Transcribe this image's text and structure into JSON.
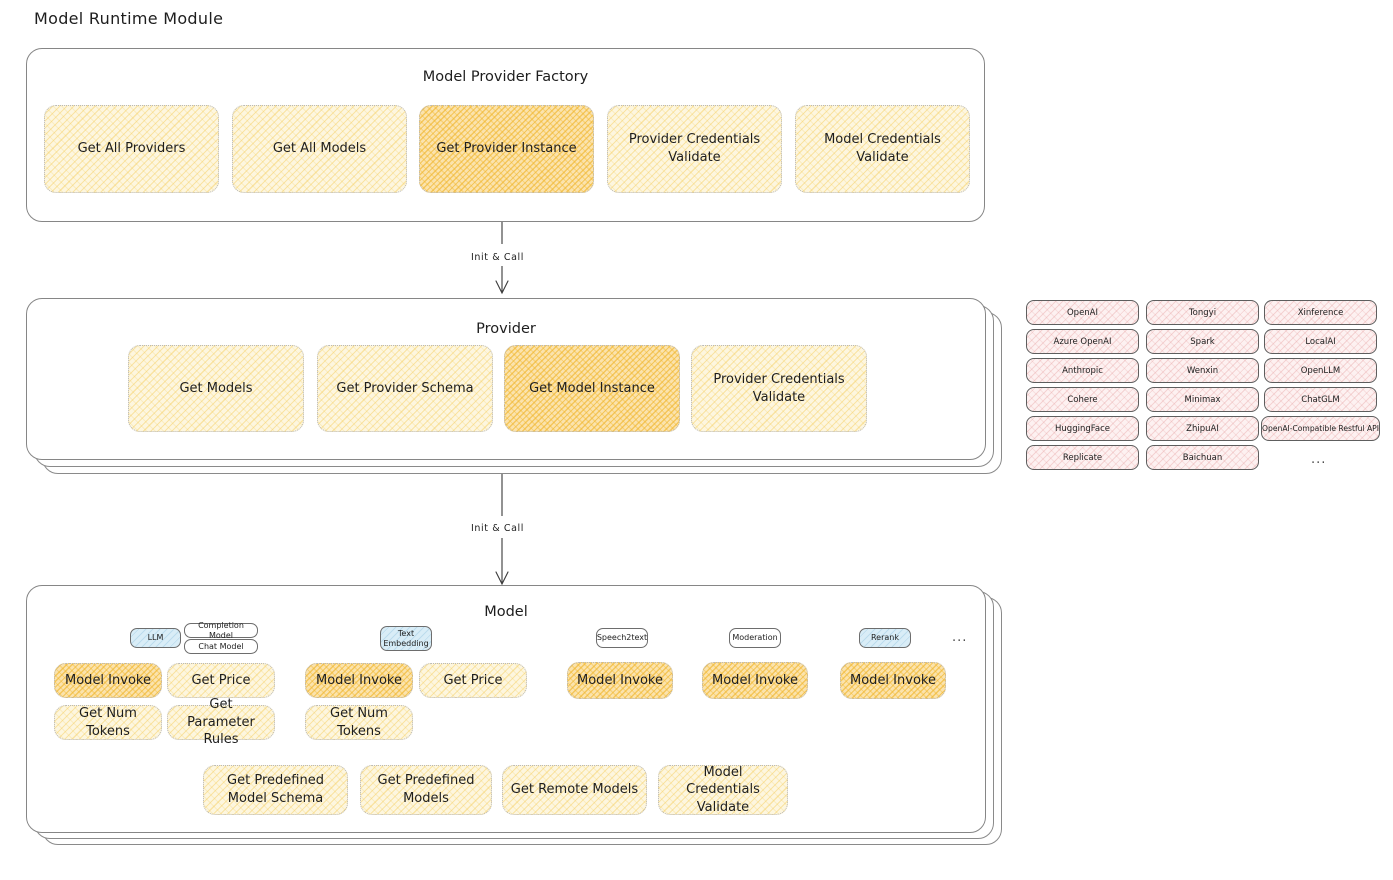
{
  "title": "Model Runtime Module",
  "factory": {
    "title": "Model Provider Factory",
    "nodes": [
      {
        "label": "Get All Providers",
        "emphasis": "light"
      },
      {
        "label": "Get All Models",
        "emphasis": "light"
      },
      {
        "label": "Get Provider Instance",
        "emphasis": "strong"
      },
      {
        "label": "Provider Credentials Validate",
        "emphasis": "light"
      },
      {
        "label": "Model Credentials Validate",
        "emphasis": "light"
      }
    ]
  },
  "arrow1": {
    "label": "Init & Call"
  },
  "provider": {
    "title": "Provider",
    "nodes": [
      {
        "label": "Get Models",
        "emphasis": "light"
      },
      {
        "label": "Get Provider Schema",
        "emphasis": "light"
      },
      {
        "label": "Get Model Instance",
        "emphasis": "strong"
      },
      {
        "label": "Provider Credentials Validate",
        "emphasis": "light"
      }
    ]
  },
  "arrow2": {
    "label": "Init & Call"
  },
  "provider_list": {
    "columns": [
      [
        "OpenAI",
        "Azure OpenAI",
        "Anthropic",
        "Cohere",
        "HuggingFace",
        "Replicate"
      ],
      [
        "Tongyi",
        "Spark",
        "Wenxin",
        "Minimax",
        "ZhipuAI",
        "Baichuan"
      ],
      [
        "Xinference",
        "LocalAI",
        "OpenLLM",
        "ChatGLM",
        "OpenAI-Compatible Restful API"
      ]
    ],
    "more": "..."
  },
  "model": {
    "title": "Model",
    "more": "...",
    "types": [
      {
        "badge": "LLM",
        "badge_style": "blue",
        "sub_badges": [
          "Completion Model",
          "Chat Model"
        ],
        "methods_row1": [
          {
            "label": "Model Invoke",
            "emphasis": "strong"
          },
          {
            "label": "Get Price",
            "emphasis": "light"
          }
        ],
        "methods_row2": [
          {
            "label": "Get Num Tokens",
            "emphasis": "light"
          },
          {
            "label": "Get Parameter Rules",
            "emphasis": "light"
          }
        ]
      },
      {
        "badge": "Text Embedding",
        "badge_style": "blue",
        "sub_badges": [],
        "methods_row1": [
          {
            "label": "Model Invoke",
            "emphasis": "strong"
          },
          {
            "label": "Get Price",
            "emphasis": "light"
          }
        ],
        "methods_row2": [
          {
            "label": "Get Num Tokens",
            "emphasis": "light"
          }
        ]
      },
      {
        "badge": "Speech2text",
        "badge_style": "white",
        "sub_badges": [],
        "methods_row1": [
          {
            "label": "Model Invoke",
            "emphasis": "strong"
          }
        ],
        "methods_row2": []
      },
      {
        "badge": "Moderation",
        "badge_style": "white",
        "sub_badges": [],
        "methods_row1": [
          {
            "label": "Model Invoke",
            "emphasis": "strong"
          }
        ],
        "methods_row2": []
      },
      {
        "badge": "Rerank",
        "badge_style": "blue",
        "sub_badges": [],
        "methods_row1": [
          {
            "label": "Model Invoke",
            "emphasis": "strong"
          }
        ],
        "methods_row2": []
      }
    ],
    "common_methods": [
      {
        "label": "Get Predefined Model Schema",
        "emphasis": "light"
      },
      {
        "label": "Get Predefined Models",
        "emphasis": "light"
      },
      {
        "label": "Get Remote Models",
        "emphasis": "light"
      },
      {
        "label": "Model Credentials Validate",
        "emphasis": "light"
      }
    ]
  },
  "colors": {
    "accent_strong": "#fbe3ad",
    "accent_light": "#fdf6df",
    "provider_chip": "#fdf1f1",
    "badge_blue": "#d9edf7",
    "stroke": "#1e1e1e"
  }
}
